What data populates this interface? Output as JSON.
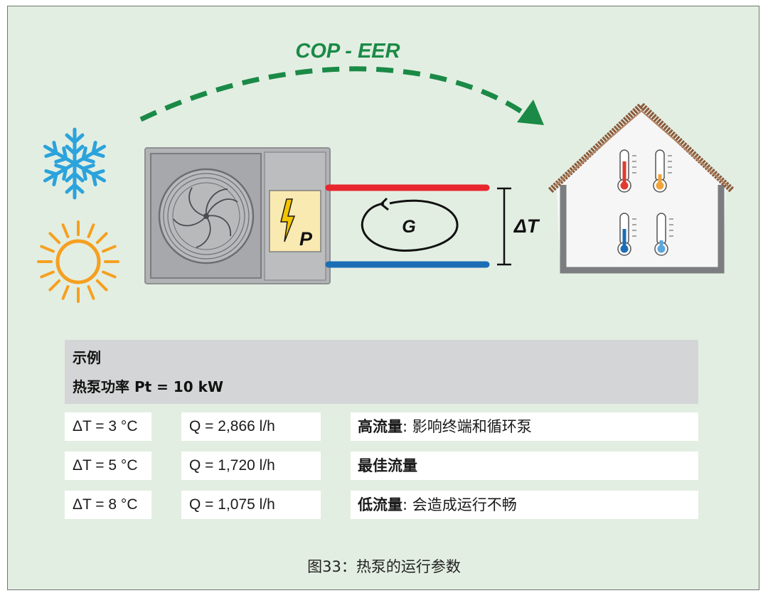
{
  "diagram": {
    "efficiency_label": "COP - EER",
    "flow_label": "G",
    "delta_label": "ΔT",
    "power_label": "P",
    "colors": {
      "background": "#e3eee2",
      "arrow_green": "#1a8a46",
      "supply_red": "#e8262e",
      "return_blue": "#1b6db5",
      "snowflake": "#2ba3dc",
      "sun": "#f5a020",
      "roof": "#8a5a3c",
      "house_wall": "#7b7d80",
      "power_panel": "#f9eab2",
      "bolt": "#f2c400"
    },
    "icons": [
      "snowflake-icon",
      "sun-icon",
      "heat-pump-unit",
      "fan-icon",
      "lightning-bolt-icon",
      "house-icon",
      "thermometer-icon"
    ]
  },
  "example": {
    "title": "示例",
    "subtitle": "热泵功率 Pt = 10 kW"
  },
  "rows": [
    {
      "delta_t": "ΔT = 3 °C",
      "flow": "Q = 2,866 l/h",
      "label": "高流量",
      "note": ": 影响终端和循环泵"
    },
    {
      "delta_t": "ΔT = 5 °C",
      "flow": "Q = 1,720 l/h",
      "label": "最佳流量",
      "note": ""
    },
    {
      "delta_t": "ΔT = 8 °C",
      "flow": "Q = 1,075 l/h",
      "label": "低流量",
      "note": ": 会造成运行不畅"
    }
  ],
  "caption": "图33：热泵的运行参数"
}
